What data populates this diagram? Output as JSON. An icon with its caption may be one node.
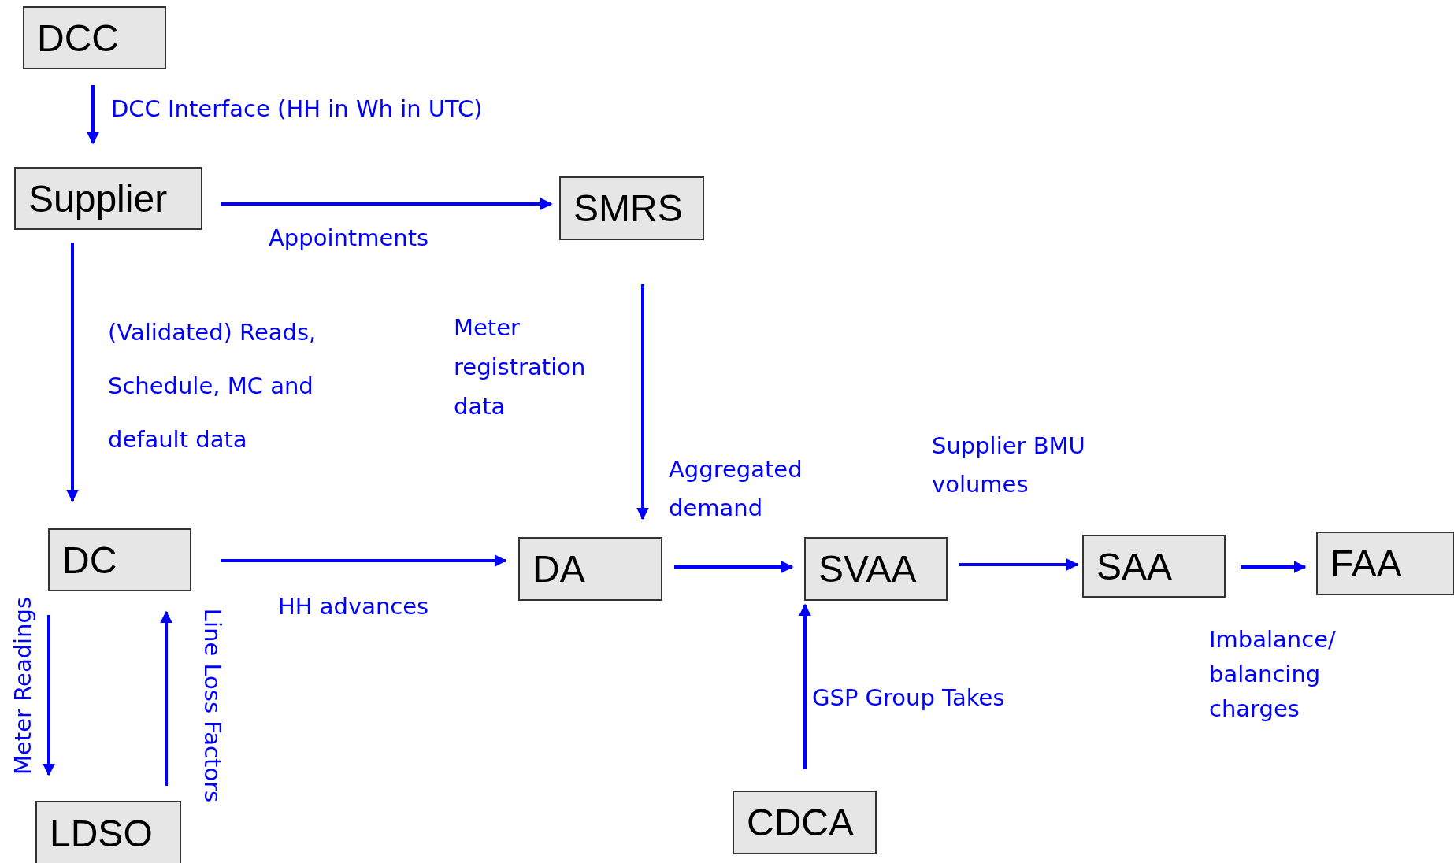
{
  "diagram": {
    "nodes": [
      {
        "text": [
          "DCC"
        ]
      },
      {
        "text": [
          "Supplier"
        ]
      },
      {
        "text": [
          "SMRS"
        ]
      },
      {
        "text": [
          "DC"
        ]
      },
      {
        "text": [
          "LDSO"
        ]
      },
      {
        "text": [
          "DA"
        ]
      },
      {
        "text": [
          "SVAA"
        ]
      },
      {
        "text": [
          "SAA"
        ]
      },
      {
        "text": [
          "FAA"
        ]
      },
      {
        "text": [
          "CDCA"
        ]
      }
    ],
    "edges": [
      {
        "from": 0,
        "to": 1,
        "arrow": "to",
        "label": "DCC Interface (HH in Wh in UTC)"
      },
      {
        "from": 1,
        "to": 2,
        "arrow": "to",
        "label": "Appointments"
      },
      {
        "from": 1,
        "to": 3,
        "arrow": "to",
        "label": "(Validated) Reads, Schedule, MC and default data"
      },
      {
        "from": 2,
        "to": 5,
        "arrow": "to",
        "label": "Meter registration data"
      },
      {
        "from": 3,
        "to": 5,
        "arrow": "to",
        "label": "HH advances"
      },
      {
        "from": 5,
        "to": 6,
        "arrow": "to",
        "label": "Aggregated demand"
      },
      {
        "from": 6,
        "to": 7,
        "arrow": "to",
        "label": "Supplier BMU volumes"
      },
      {
        "from": 7,
        "to": 8,
        "arrow": "to",
        "label": "Imbalance/ balancing charges"
      },
      {
        "from": 9,
        "to": 6,
        "arrow": "to",
        "label": "GSP Group Takes"
      },
      {
        "from": 3,
        "to": 4,
        "arrow": "to",
        "label": "Meter Readings"
      },
      {
        "from": 4,
        "to": 3,
        "arrow": "to",
        "label": "Line Loss Factors"
      }
    ]
  }
}
